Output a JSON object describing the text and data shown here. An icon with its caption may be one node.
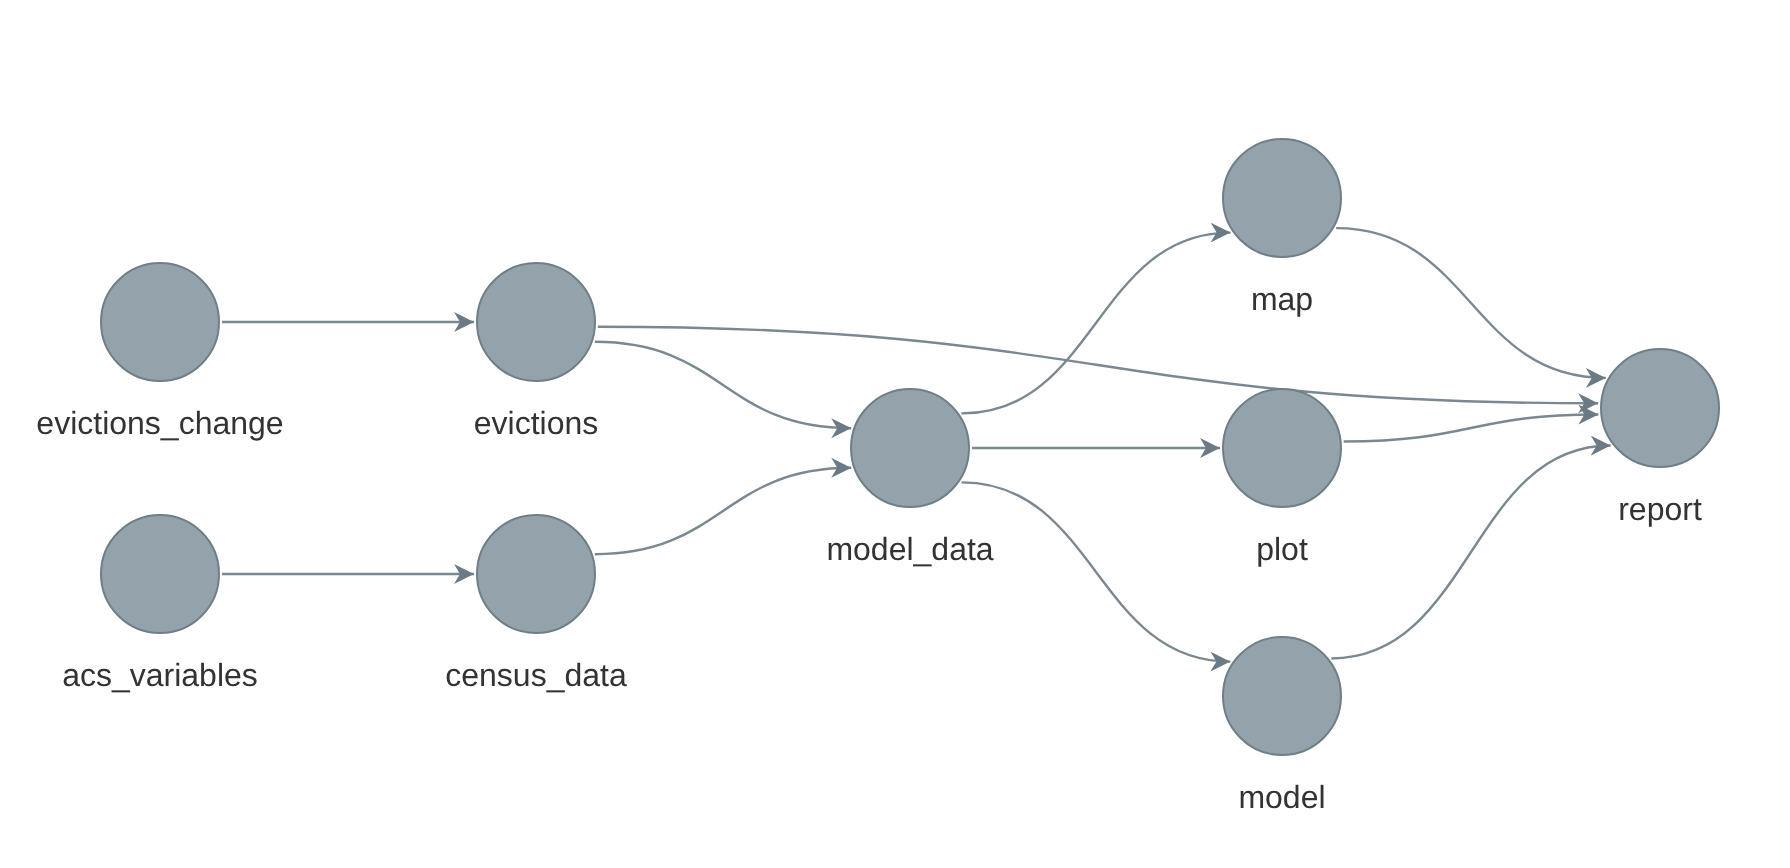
{
  "diagram": {
    "nodes": [
      {
        "text": [
          "evictions_change"
        ]
      },
      {
        "text": [
          "evictions"
        ]
      },
      {
        "text": [
          "acs_variables"
        ]
      },
      {
        "text": [
          "census_data"
        ]
      },
      {
        "text": [
          "model_data"
        ]
      },
      {
        "text": [
          "map"
        ]
      },
      {
        "text": [
          "plot"
        ]
      },
      {
        "text": [
          "model"
        ]
      },
      {
        "text": [
          "report"
        ]
      }
    ],
    "edges": [
      {
        "from": 0,
        "to": 1,
        "arrow": "to"
      },
      {
        "from": 1,
        "to": 4,
        "arrow": "to"
      },
      {
        "from": 1,
        "to": 8,
        "arrow": "to"
      },
      {
        "from": 2,
        "to": 3,
        "arrow": "to"
      },
      {
        "from": 3,
        "to": 4,
        "arrow": "to"
      },
      {
        "from": 4,
        "to": 5,
        "arrow": "to"
      },
      {
        "from": 4,
        "to": 6,
        "arrow": "to"
      },
      {
        "from": 4,
        "to": 7,
        "arrow": "to"
      },
      {
        "from": 5,
        "to": 8,
        "arrow": "to"
      },
      {
        "from": 6,
        "to": 8,
        "arrow": "to"
      },
      {
        "from": 7,
        "to": 8,
        "arrow": "to"
      }
    ]
  }
}
